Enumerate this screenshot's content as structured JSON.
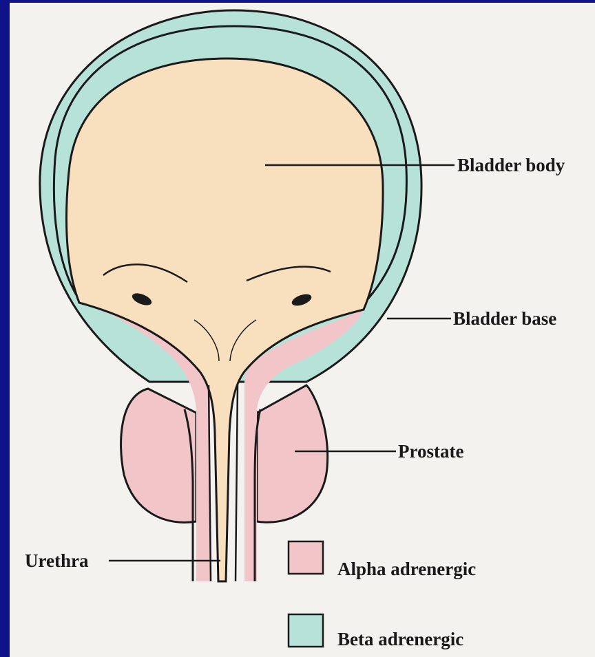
{
  "labels": {
    "bladder_body": "Bladder body",
    "bladder_base": "Bladder base",
    "prostate": "Prostate",
    "urethra": "Urethra"
  },
  "legend": {
    "alpha": "Alpha adrenergic",
    "beta": "Beta adrenergic"
  },
  "colors": {
    "frame": "#10128a",
    "background": "#f4f2ef",
    "alpha": "#f2c6c9",
    "beta": "#b7e2d8",
    "bladder_interior": "#f8dfbd",
    "outline": "#1a1a1a"
  }
}
